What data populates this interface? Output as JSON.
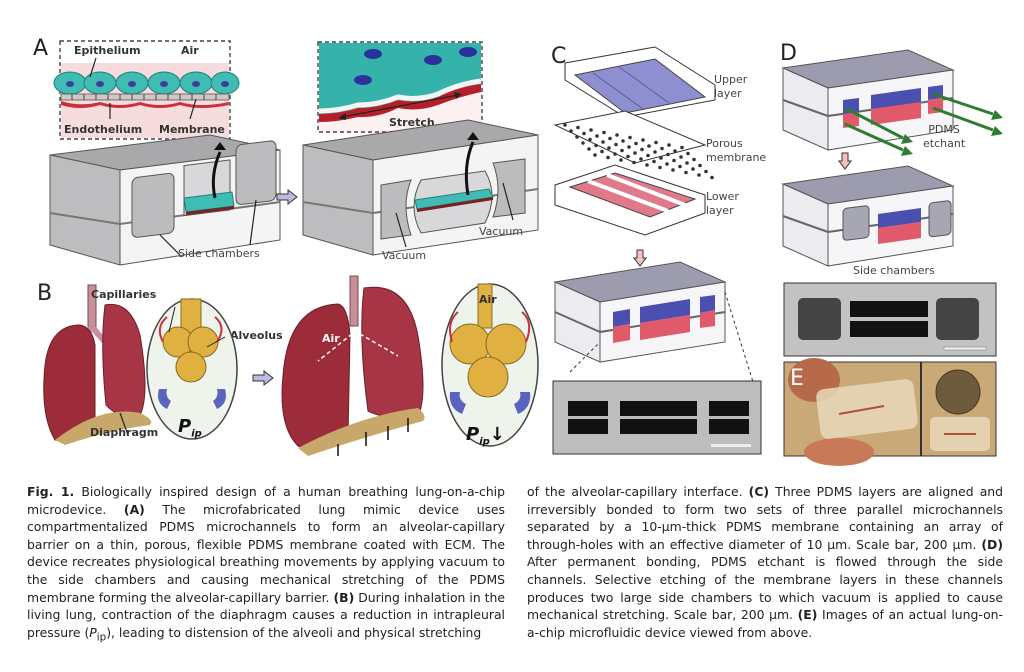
{
  "figure": {
    "panels": {
      "A": {
        "label": "A",
        "inset1": {
          "epithelium": "Epithelium",
          "air": "Air",
          "endothelium": "Endothelium",
          "membrane": "Membrane"
        },
        "device1": {
          "side_chambers": "Side chambers"
        },
        "inset2": {
          "stretch": "Stretch"
        },
        "device2": {
          "vacuum_left": "Vacuum",
          "vacuum_right": "Vacuum"
        }
      },
      "B": {
        "label": "B",
        "capillaries": "Capillaries",
        "alveolus": "Alveolus",
        "diaphragm": "Diaphragm",
        "pressure_symbol": "P",
        "pressure_subscript": "ip",
        "air_lung": "Air",
        "air_alveolus": "Air",
        "pressure_decrease": "↓"
      },
      "C": {
        "label": "C",
        "upper_layer": [
          "Upper",
          "layer"
        ],
        "porous_membrane": [
          "Porous",
          "membrane"
        ],
        "lower_layer": [
          "Lower",
          "layer"
        ]
      },
      "D": {
        "label": "D",
        "etchant": [
          "PDMS",
          "etchant"
        ],
        "side_chambers": "Side chambers"
      },
      "E": {
        "label": "E"
      }
    },
    "colors": {
      "epithelium": "#3fbdb4",
      "endothelium": "#c8323c",
      "upper_channel": "#8d8fd0",
      "lower_channel": "#e07a8a",
      "etchant_arrow": "#2e7d32",
      "lung": "#9c2c3a",
      "alveolus": "#e0b040",
      "pressure_blob": "#5a63c0"
    }
  },
  "caption": {
    "fig_label": "Fig. 1.",
    "left_text": [
      {
        "t": "Biologically inspired design of a human breathing lung-on-a-chip microdevice. "
      },
      {
        "b": "(A)"
      },
      {
        "t": " The microfabricated lung mimic device uses compartmentalized PDMS microchannels to form an alveolar-capillary barrier on a thin, porous, flexible PDMS membrane coated with ECM. The device recreates physiological breathing movements by applying vacuum to the side chambers and causing mechanical stretching of the PDMS membrane forming the alveolar-capillary barrier. "
      },
      {
        "b": "(B)"
      },
      {
        "t": " During inhalation in the living lung, contraction of the diaphragm causes a reduction in intrapleural pressure ("
      },
      {
        "i": "P"
      },
      {
        "sub": "ip"
      },
      {
        "t": "), leading to distension of the alveoli and physical stretching"
      }
    ],
    "right_text": [
      {
        "t": "of the alveolar-capillary interface. "
      },
      {
        "b": "(C)"
      },
      {
        "t": " Three PDMS layers are aligned and irreversibly bonded to form two sets of three parallel microchannels separated by a 10-µm-thick PDMS membrane containing an array of through-holes with an effective diameter of 10 µm. Scale bar, 200 µm. "
      },
      {
        "b": "(D)"
      },
      {
        "t": " After permanent bonding, PDMS etchant is flowed through the side channels. Selective etching of the membrane layers in these channels produces two large side chambers to which vacuum is applied to cause mechanical stretching. Scale bar, 200 µm. "
      },
      {
        "b": "(E)"
      },
      {
        "t": " Images of an actual lung-on-a-chip microfluidic device viewed from above."
      }
    ]
  }
}
